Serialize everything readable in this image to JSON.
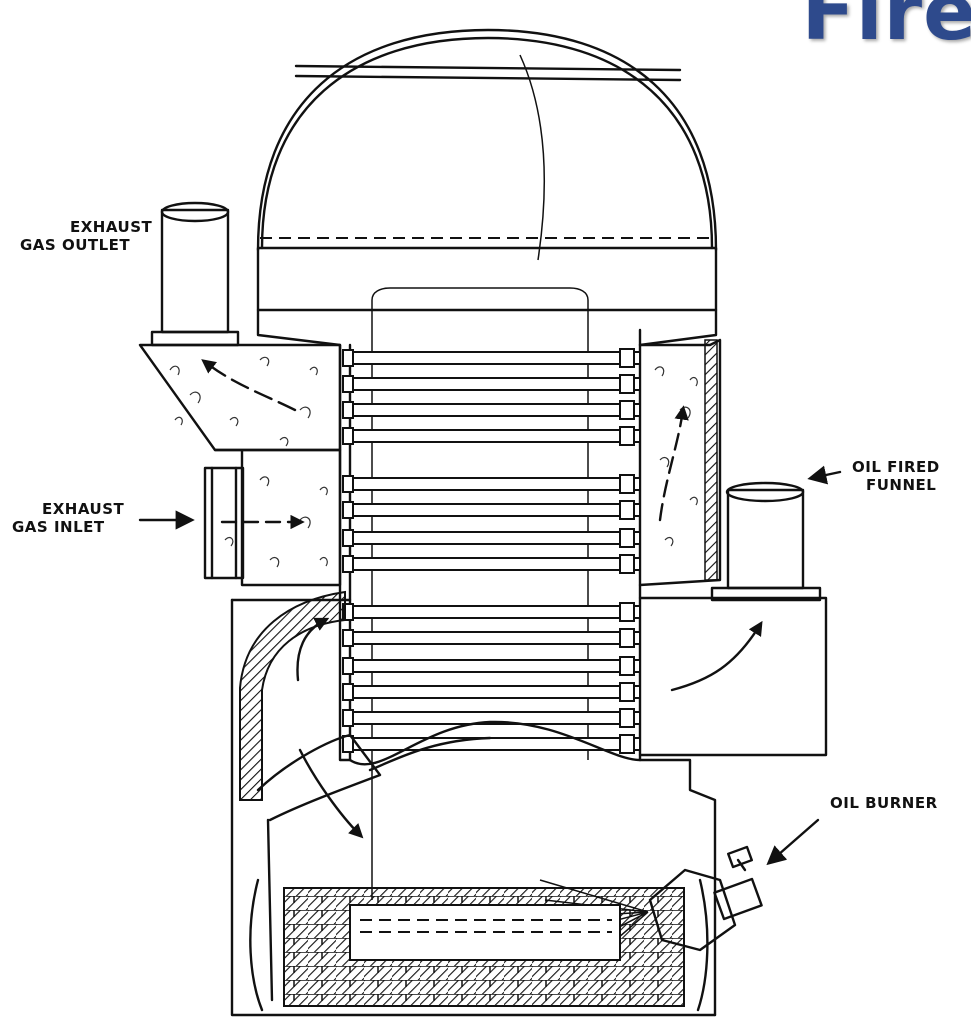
{
  "title": "Fire",
  "labels": {
    "exhaust_outlet": [
      "EXHAUST",
      "GAS OUTLET"
    ],
    "exhaust_inlet": [
      "EXHAUST",
      "GAS INLET"
    ],
    "oil_funnel": [
      "OIL FIRED",
      "FUNNEL"
    ],
    "oil_burner": "OIL BURNER"
  },
  "colors": {
    "title": "#2e4a8c",
    "ink": "#111111",
    "background": "#ffffff"
  }
}
